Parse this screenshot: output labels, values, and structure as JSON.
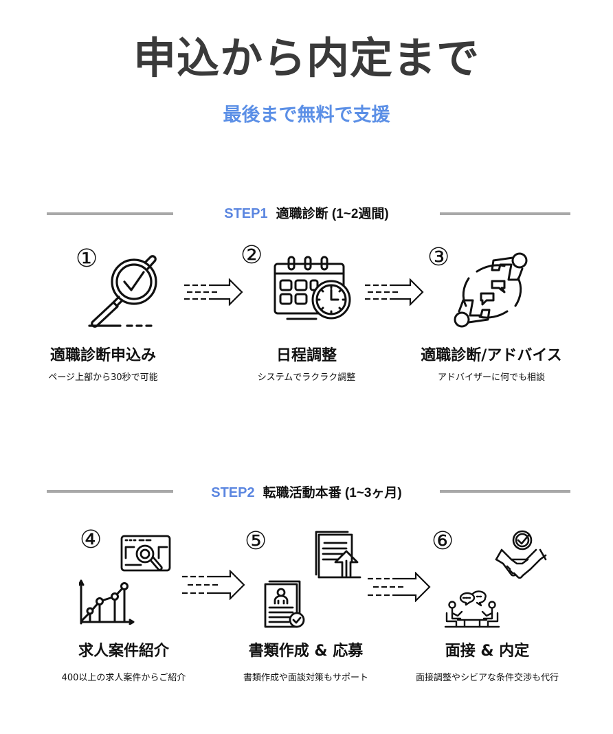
{
  "header": {
    "title": "申込から内定まで",
    "subtitle": "最後まで無料で支援"
  },
  "colors": {
    "title": "#3a3a3a",
    "accent": "#5b8fe6",
    "divider": "#a8a8a8",
    "text": "#111111"
  },
  "steps": [
    {
      "label": "STEP1",
      "title": "適職診断 (1~2週間)",
      "items": [
        {
          "number": "①",
          "title": "適職診断申込み",
          "description": "ページ上部から30秒で可能",
          "icon": "magnifier-check-icon"
        },
        {
          "number": "②",
          "title": "日程調整",
          "description": "システムでラクラク調整",
          "icon": "calendar-clock-icon"
        },
        {
          "number": "③",
          "title": "適職診断/アドバイス",
          "description": "アドバイザーに何でも相談",
          "icon": "consultation-chat-icon"
        }
      ]
    },
    {
      "label": "STEP2",
      "title": "転職活動本番 (1~3ヶ月)",
      "items": [
        {
          "number": "④",
          "title": "求人案件紹介",
          "description": "400以上の求人案件からご紹介",
          "icon": "job-search-chart-icon"
        },
        {
          "number": "⑤",
          "title": "書類作成 & 応募",
          "description": "書類作成や面談対策もサポート",
          "icon": "resume-upload-icon"
        },
        {
          "number": "⑥",
          "title": "面接 & 内定",
          "description": "面接調整やシビアな条件交渉も代行",
          "icon": "interview-handshake-icon"
        }
      ]
    }
  ]
}
